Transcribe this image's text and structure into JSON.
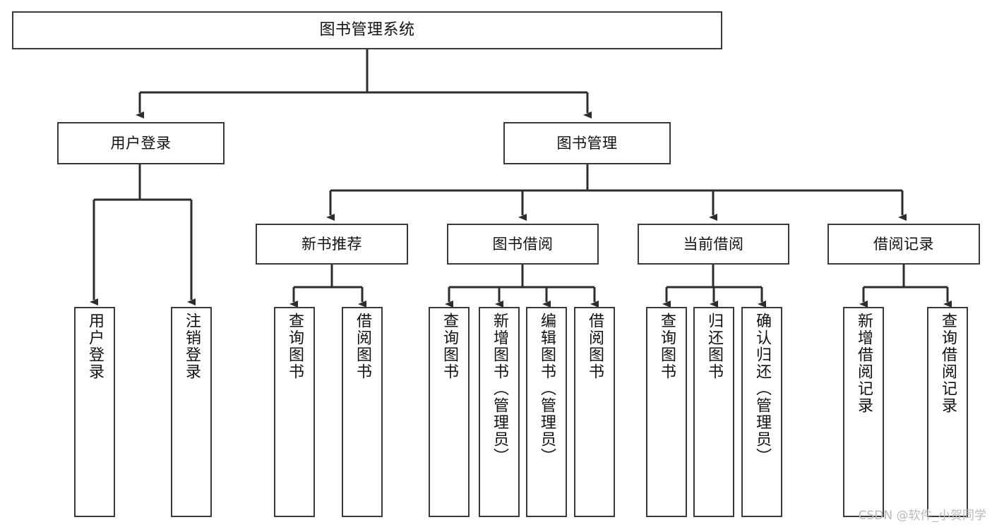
{
  "diagram": {
    "title": "图书管理系统",
    "type": "tree-hierarchy",
    "colors": {
      "stroke": "#3a3a3a",
      "fill": "#ffffff",
      "text": "#111111",
      "watermark": "#b9b9b9"
    },
    "root": {
      "label": "图书管理系统"
    },
    "level1": [
      {
        "label": "用户登录"
      },
      {
        "label": "图书管理"
      }
    ],
    "level2": [
      {
        "label": "新书推荐"
      },
      {
        "label": "图书借阅"
      },
      {
        "label": "当前借阅"
      },
      {
        "label": "借阅记录"
      }
    ],
    "leaves": {
      "user_login": [
        {
          "label": "用户登录"
        },
        {
          "label": "注销登录"
        }
      ],
      "new_book_recommend": [
        {
          "label": "查询图书"
        },
        {
          "label": "借阅图书"
        }
      ],
      "book_borrow": [
        {
          "label": "查询图书"
        },
        {
          "label": "新增图书（管理员）"
        },
        {
          "label": "编辑图书（管理员）"
        },
        {
          "label": "借阅图书"
        }
      ],
      "current_borrow": [
        {
          "label": "查询图书"
        },
        {
          "label": "归还图书"
        },
        {
          "label": "确认归还（管理员）"
        }
      ],
      "borrow_record": [
        {
          "label": "新增借阅记录"
        },
        {
          "label": "查询借阅记录"
        }
      ]
    }
  },
  "watermark": {
    "text": "CSDN @软件_小贺同学"
  }
}
